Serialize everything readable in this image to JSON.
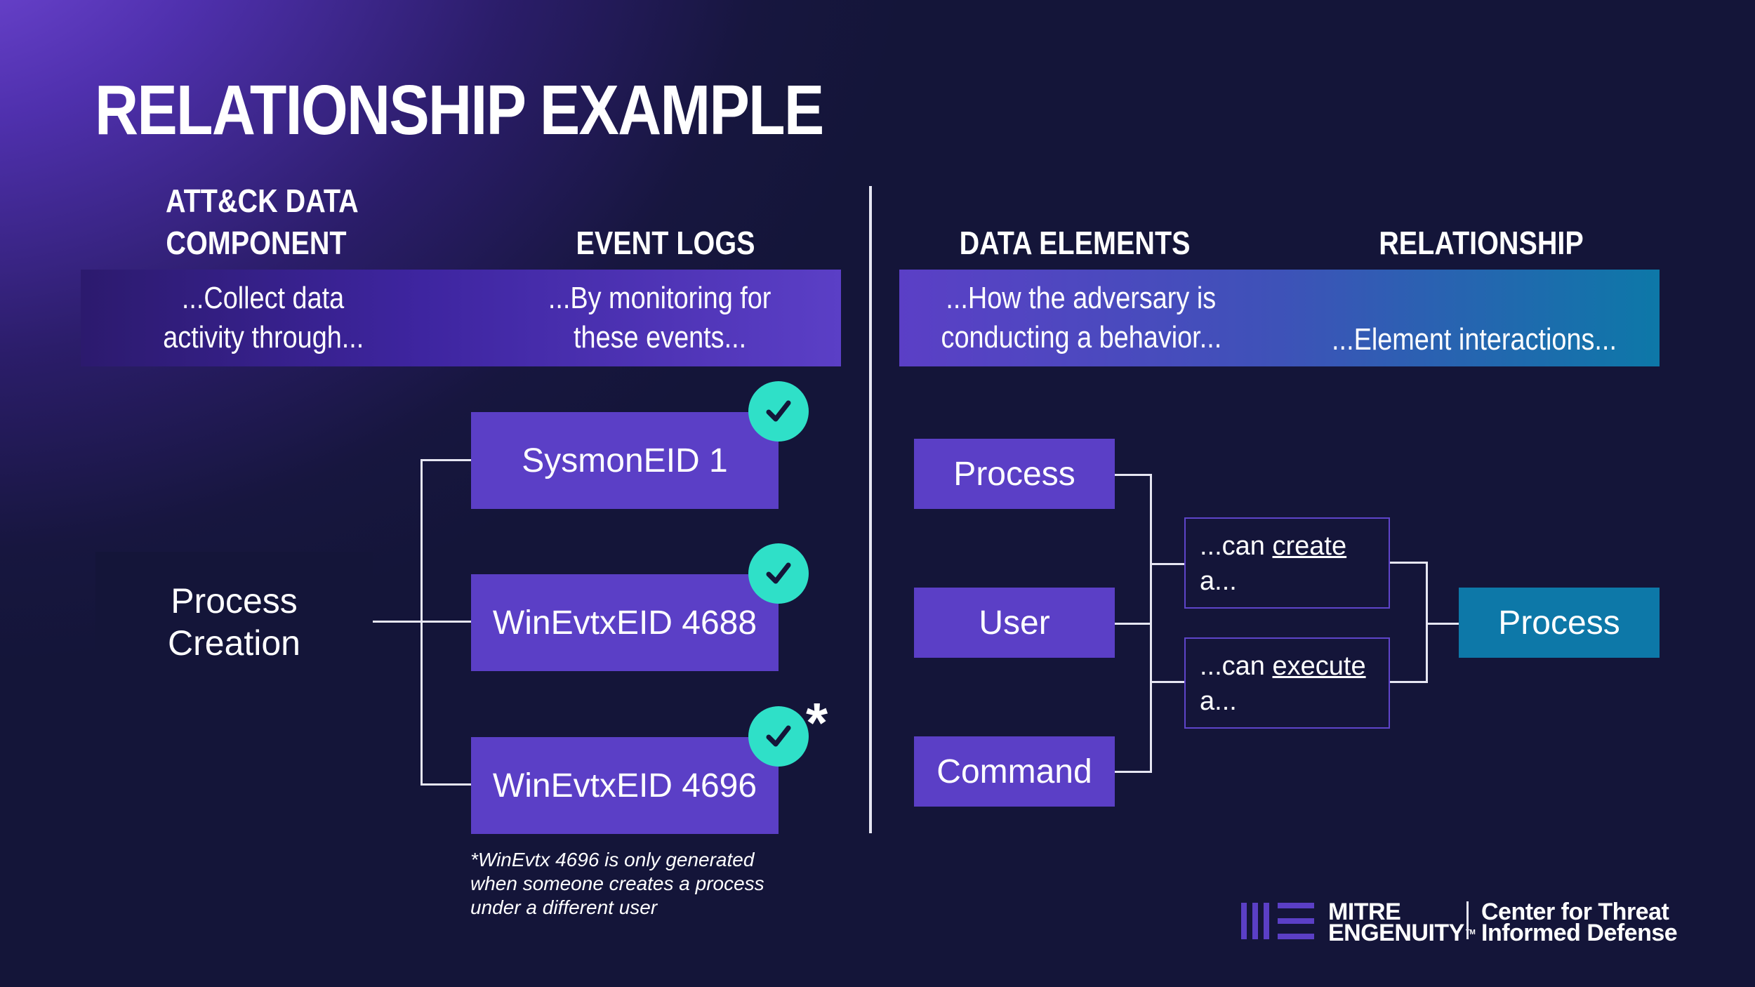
{
  "title": "RELATIONSHIP EXAMPLE",
  "columns": {
    "component": {
      "line1": "ATT&CK DATA",
      "line2": "COMPONENT"
    },
    "event_logs": "EVENT LOGS",
    "data_elements": "DATA ELEMENTS",
    "relationship": "RELATIONSHIP"
  },
  "bands": {
    "collect": {
      "line1": "...Collect data",
      "line2": "activity through..."
    },
    "monitor": {
      "line1": "...By monitoring for",
      "line2": "these events..."
    },
    "how": {
      "line1": "...How the adversary is",
      "line2": "conducting a behavior..."
    },
    "interactions": "...Element interactions..."
  },
  "component_box": {
    "line1": "Process",
    "line2": "Creation"
  },
  "events": [
    {
      "label": "SysmonEID 1"
    },
    {
      "label": "WinEvtxEID 4688"
    },
    {
      "label": "WinEvtxEID 4696"
    }
  ],
  "asterisk": "*",
  "footnote": {
    "line1": "*WinEvtx 4696 is only generated",
    "line2": "when someone creates a process",
    "line3": "under a different user"
  },
  "elements": [
    "Process",
    "User",
    "Command"
  ],
  "relations": [
    {
      "prefix": "...can ",
      "verb": "create",
      "suffix": "a..."
    },
    {
      "prefix": "...can ",
      "verb": "execute",
      "suffix": "a..."
    }
  ],
  "target": "Process",
  "logo": {
    "line1": "MITRE",
    "line2": "ENGENUITY",
    "tm": "TM",
    "ctid1": "Center for Threat",
    "ctid2": "Informed Defense"
  },
  "colors": {
    "box_purple": "#5b3fc6",
    "dark_box": "#141539",
    "check_teal": "#2fe0c8",
    "target_blue": "#0d78a8"
  },
  "icons": {
    "check": "checkmark-icon",
    "logo": "mitre-engenuity-logo"
  }
}
